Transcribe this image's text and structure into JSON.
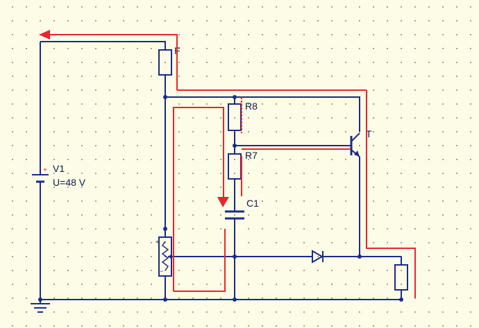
{
  "diagram": {
    "components": {
      "v1": {
        "name": "V1",
        "value": "U=48 V"
      },
      "r_top": {
        "name": "F"
      },
      "r8": {
        "name": "R8"
      },
      "r7": {
        "name": "R7"
      },
      "c1": {
        "name": "C1"
      },
      "transistor": {
        "name": "T"
      },
      "potentiometer": {
        "name": "",
        "plus_sign": "+",
        "minus_sign": "−"
      }
    },
    "colors": {
      "wire": "#1a2a8a",
      "highlight": "#e8262a",
      "background": "#fdfce7",
      "grid_dot": "#8a8a7a",
      "label": "#0a1a4a"
    }
  }
}
